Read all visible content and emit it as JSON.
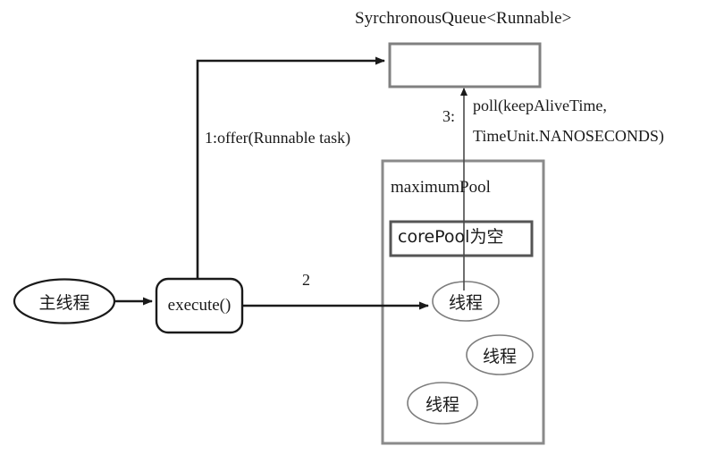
{
  "diagram": {
    "type": "flow-diagram",
    "topic": "Java ThreadPoolExecutor SynchronousQueue flow",
    "queue": {
      "title": "SyrchronousQueue<Runnable>",
      "box_contents": ""
    },
    "nodes": {
      "main_thread": "主线程",
      "execute": "execute()",
      "pool_title": "maximumPool",
      "core_pool": "corePool为空",
      "thread_1": "线程",
      "thread_2": "线程",
      "thread_3": "线程"
    },
    "edges": {
      "offer_label": "1:offer(Runnable task)",
      "execute_label": "2",
      "poll_step": "3:",
      "poll_line1": "poll(keepAliveTime,",
      "poll_line2": "TimeUnit.NANOSECONDS)"
    },
    "colors": {
      "stroke_dark": "#1a1a1a",
      "stroke_gray": "#808080",
      "stroke_light": "#9a9a9a",
      "background": "#ffffff"
    }
  }
}
